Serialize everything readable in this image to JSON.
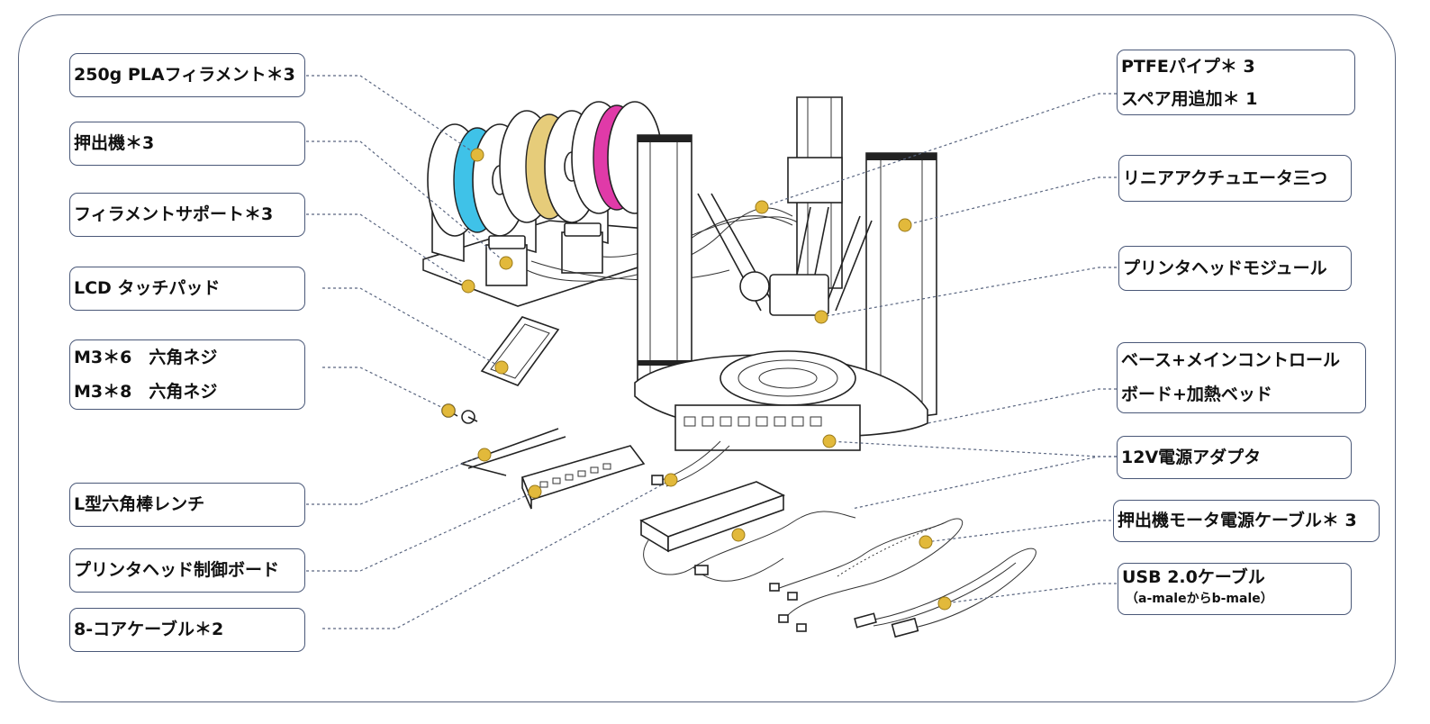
{
  "callouts": {
    "filament": "250g PLAフィラメント＊3",
    "extruder": "押出機＊3",
    "filament_support": "フィラメントサポート＊3",
    "lcd": "LCD タッチパッド",
    "screw_m3_6": "M3＊6　六角ネジ",
    "screw_m3_8": "M3＊8　六角ネジ",
    "hex_wrench": "L型六角棒レンチ",
    "head_board": "プリンタヘッド制御ボード",
    "core_cable": "8-コアケーブル＊2",
    "ptfe_line1": "PTFEパイプ＊ 3",
    "ptfe_line2": "スペア用追加＊ 1",
    "actuators": "リニアアクチュエータ三つ",
    "head_module": "プリンタヘッドモジュール",
    "base_line1": "ベース+メインコントロール",
    "base_line2": "ボード+加熱ベッド",
    "adapter": "12V電源アダプタ",
    "motor_cable": "押出機モータ電源ケーブル＊ 3",
    "usb_line1": "USB 2.0ケーブル",
    "usb_line2": "（a-maleからb-male）"
  },
  "colors": {
    "frame": "#5a6680",
    "box_border": "#4a5878",
    "marker": "#e2b93b",
    "filament_cyan": "#3fc2e8",
    "filament_yellow": "#e6cc7a",
    "filament_magenta": "#e03aa8",
    "leader": "#5a6680"
  }
}
